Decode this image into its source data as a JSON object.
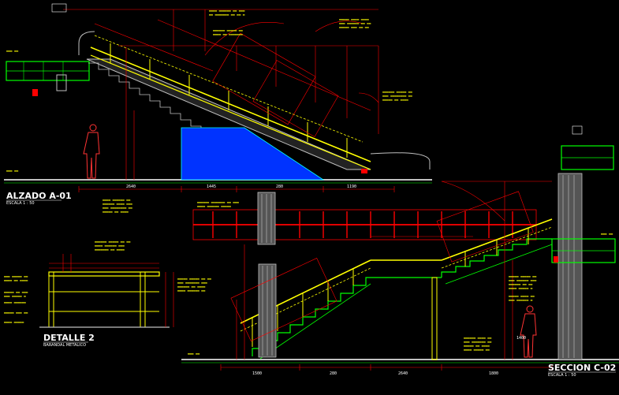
{
  "views": {
    "elevation": {
      "title": "ALZADO A-01",
      "subtitle": "ESCALA  1 : 50"
    },
    "detail": {
      "title": "DETALLE 2",
      "subtitle": "BARANDAL METALICO"
    },
    "section": {
      "title": "SECCION C-02",
      "subtitle": "ESCALA  1 : 50"
    }
  },
  "colors": {
    "background": "#000000",
    "dimension": "#ff0000",
    "handrail": "#ffff00",
    "structure": "#00ff00",
    "fill_blue": "#0033ff",
    "concrete": "#c0c0c0",
    "text": "#ffffff",
    "leader": "#ff0000",
    "person": "#ff3333"
  },
  "dimension_labels": [
    "2640",
    "1445",
    "280",
    "1190",
    "1500",
    "280",
    "2640",
    "1800",
    "1400"
  ]
}
